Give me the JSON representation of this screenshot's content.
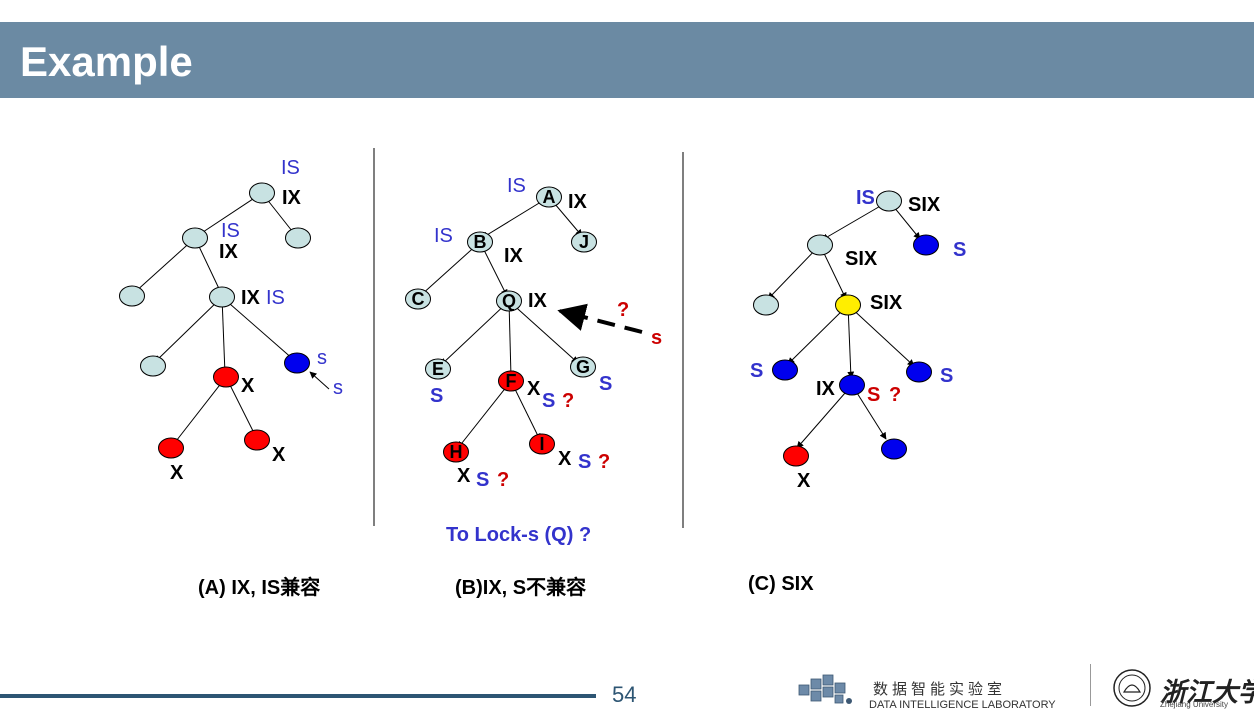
{
  "title": "Example",
  "page_number": "54",
  "footer": {
    "lab_cn": "数据智能实验室",
    "lab_en": "DATA INTELLIGENCE LABORATORY",
    "university": "浙江大学",
    "university_en": "Zhejiang University"
  },
  "colors": {
    "title_bar": "#6b8aa3",
    "node_default": "#c8e2e2",
    "node_red": "#ff0000",
    "node_blue": "#0000ee",
    "node_yellow": "#ffee00",
    "label_blue": "#3333cc",
    "label_red": "#cc0000"
  },
  "captions": {
    "a": "(A) IX, IS兼容",
    "b": "(B)IX, S不兼容",
    "c": "(C) SIX",
    "b_question": "To Lock-s (Q) ?"
  },
  "tree_a": {
    "labels": {
      "root_is": "IS",
      "root_ix": "IX",
      "n1_is": "IS",
      "n1_ix": "IX",
      "n3_ix": "IX",
      "n3_is": "IS",
      "blue_s": "s",
      "arrow_s": "s",
      "red_x": "X",
      "left_x": "X",
      "right_x": "X"
    }
  },
  "tree_b": {
    "nodes": {
      "a": "A",
      "b": "B",
      "j": "J",
      "c": "C",
      "q": "Q",
      "e": "E",
      "f": "F",
      "g": "G",
      "h": "H",
      "i": "I"
    },
    "labels": {
      "a_is": "IS",
      "a_ix": "IX",
      "b_is": "IS",
      "b_ix": "IX",
      "q_ix": "IX",
      "q_question": "?",
      "q_s": "s",
      "e_s": "S",
      "g_s": "S",
      "f_x": "X",
      "f_s": "S",
      "f_q": "?",
      "h_x": "X",
      "h_s": "S",
      "h_q": "?",
      "i_x": "X",
      "i_s": "S",
      "i_q": "?"
    }
  },
  "tree_c": {
    "labels": {
      "root_is": "IS",
      "root_six": "SIX",
      "rb_s": "S",
      "n1_six": "SIX",
      "yel_six": "SIX",
      "lb_s": "S",
      "rb2_s": "S",
      "mid_ix": "IX",
      "mid_s": "S",
      "mid_q": "?",
      "red_x": "X"
    }
  }
}
